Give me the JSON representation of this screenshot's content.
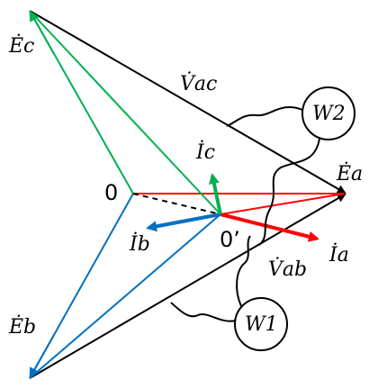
{
  "labels": {
    "origin": "0",
    "neutral_shift": "0’",
    "ea": "Ėa",
    "eb": "Ėb",
    "ec": "Ėc",
    "ia": "İa",
    "ib": "İb",
    "ic": "İc",
    "vac": "V̇ac",
    "vab": "V̇ab",
    "w1": "W1",
    "w2": "W2"
  },
  "colors": {
    "ea": "#ff0000",
    "eb": "#0070c0",
    "ec": "#00b050",
    "ia": "#ff0000",
    "ib": "#0070c0",
    "ic": "#00b050",
    "line": "#000000"
  }
}
